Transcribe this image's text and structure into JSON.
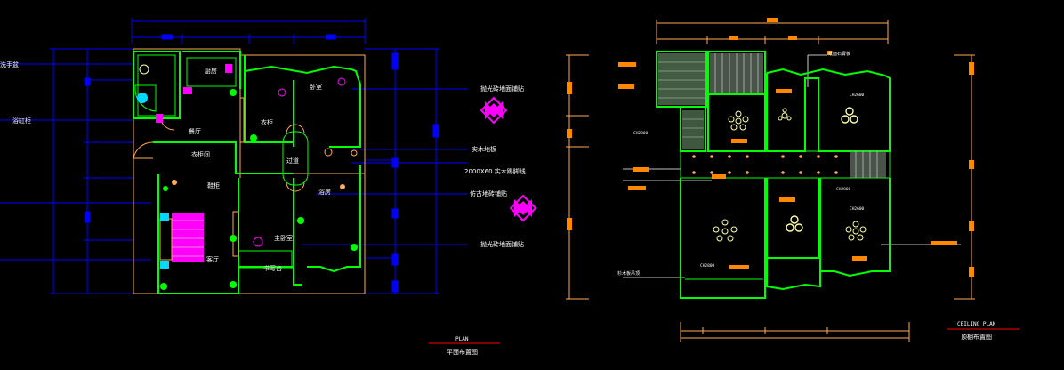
{
  "plan": {
    "title": "PLAN",
    "subtitle": "平面布置图",
    "room_labels": {
      "kitchen": "厨房",
      "dining": "餐厅",
      "bedroom_ne": "卧室",
      "closet": "衣柜",
      "cabinet": "衣柜间",
      "hall": "过道",
      "shoe": "鞋柜",
      "bath_bar": "浴房",
      "bedroom_se": "主卧室",
      "desk": "书写台",
      "living": "客厅"
    },
    "left_callouts": [
      "洗手盆",
      "浴缸柜"
    ],
    "right_callouts": [
      "抛光砖地面铺贴",
      "实木地板",
      "2000X60 实木踢脚线",
      "仿古地砖铺贴",
      "抛光砖地面铺贴"
    ]
  },
  "ceiling": {
    "title": "CEILING PLAN",
    "subtitle": "顶棚布置图",
    "callouts": [
      "纸面石膏板",
      "杉木板吊顶"
    ],
    "fixture_tags": [
      "CH2800",
      "CH2600",
      "CH2800",
      "CH2600",
      "CH2800"
    ]
  },
  "colors": {
    "background": "#000000",
    "walls": "#00ff00",
    "outline": "#ffaa55",
    "dimension": "#0000ff",
    "cyan": "#00d8ff",
    "magenta": "#ff00ff",
    "tag": "#ff8800",
    "fixture": "#ffffaa",
    "caption_line": "#ff0000"
  }
}
